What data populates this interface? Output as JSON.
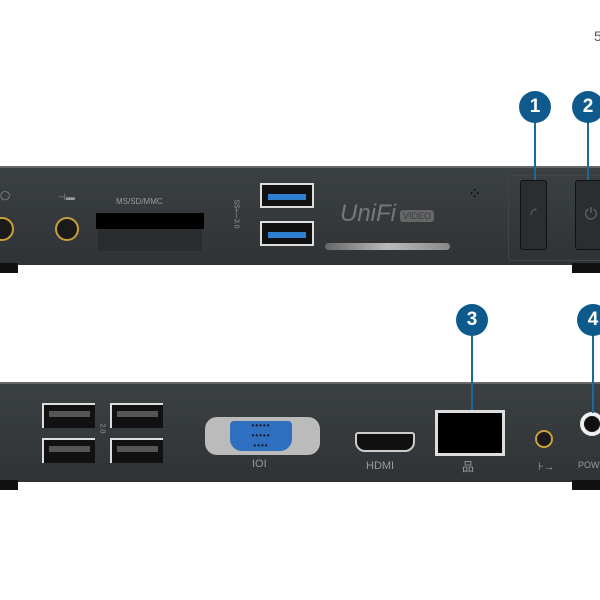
{
  "corner_text": "5",
  "callouts": [
    "1",
    "2",
    "3",
    "4"
  ],
  "front": {
    "card_label": "MS/SD/MMC",
    "usb3_label": "SS⟵3.0",
    "logo": "UniFi",
    "logo_badge": "VIDEO"
  },
  "back": {
    "usb2_label": "2.0",
    "vga_label": "IOI",
    "hdmi_label": "HDMI",
    "power_label": "POWER"
  },
  "colors": {
    "callout": "#0f5a8c",
    "panel": "#35393c",
    "usb3": "#2f7fd0",
    "vga": "#2e6fc0"
  }
}
